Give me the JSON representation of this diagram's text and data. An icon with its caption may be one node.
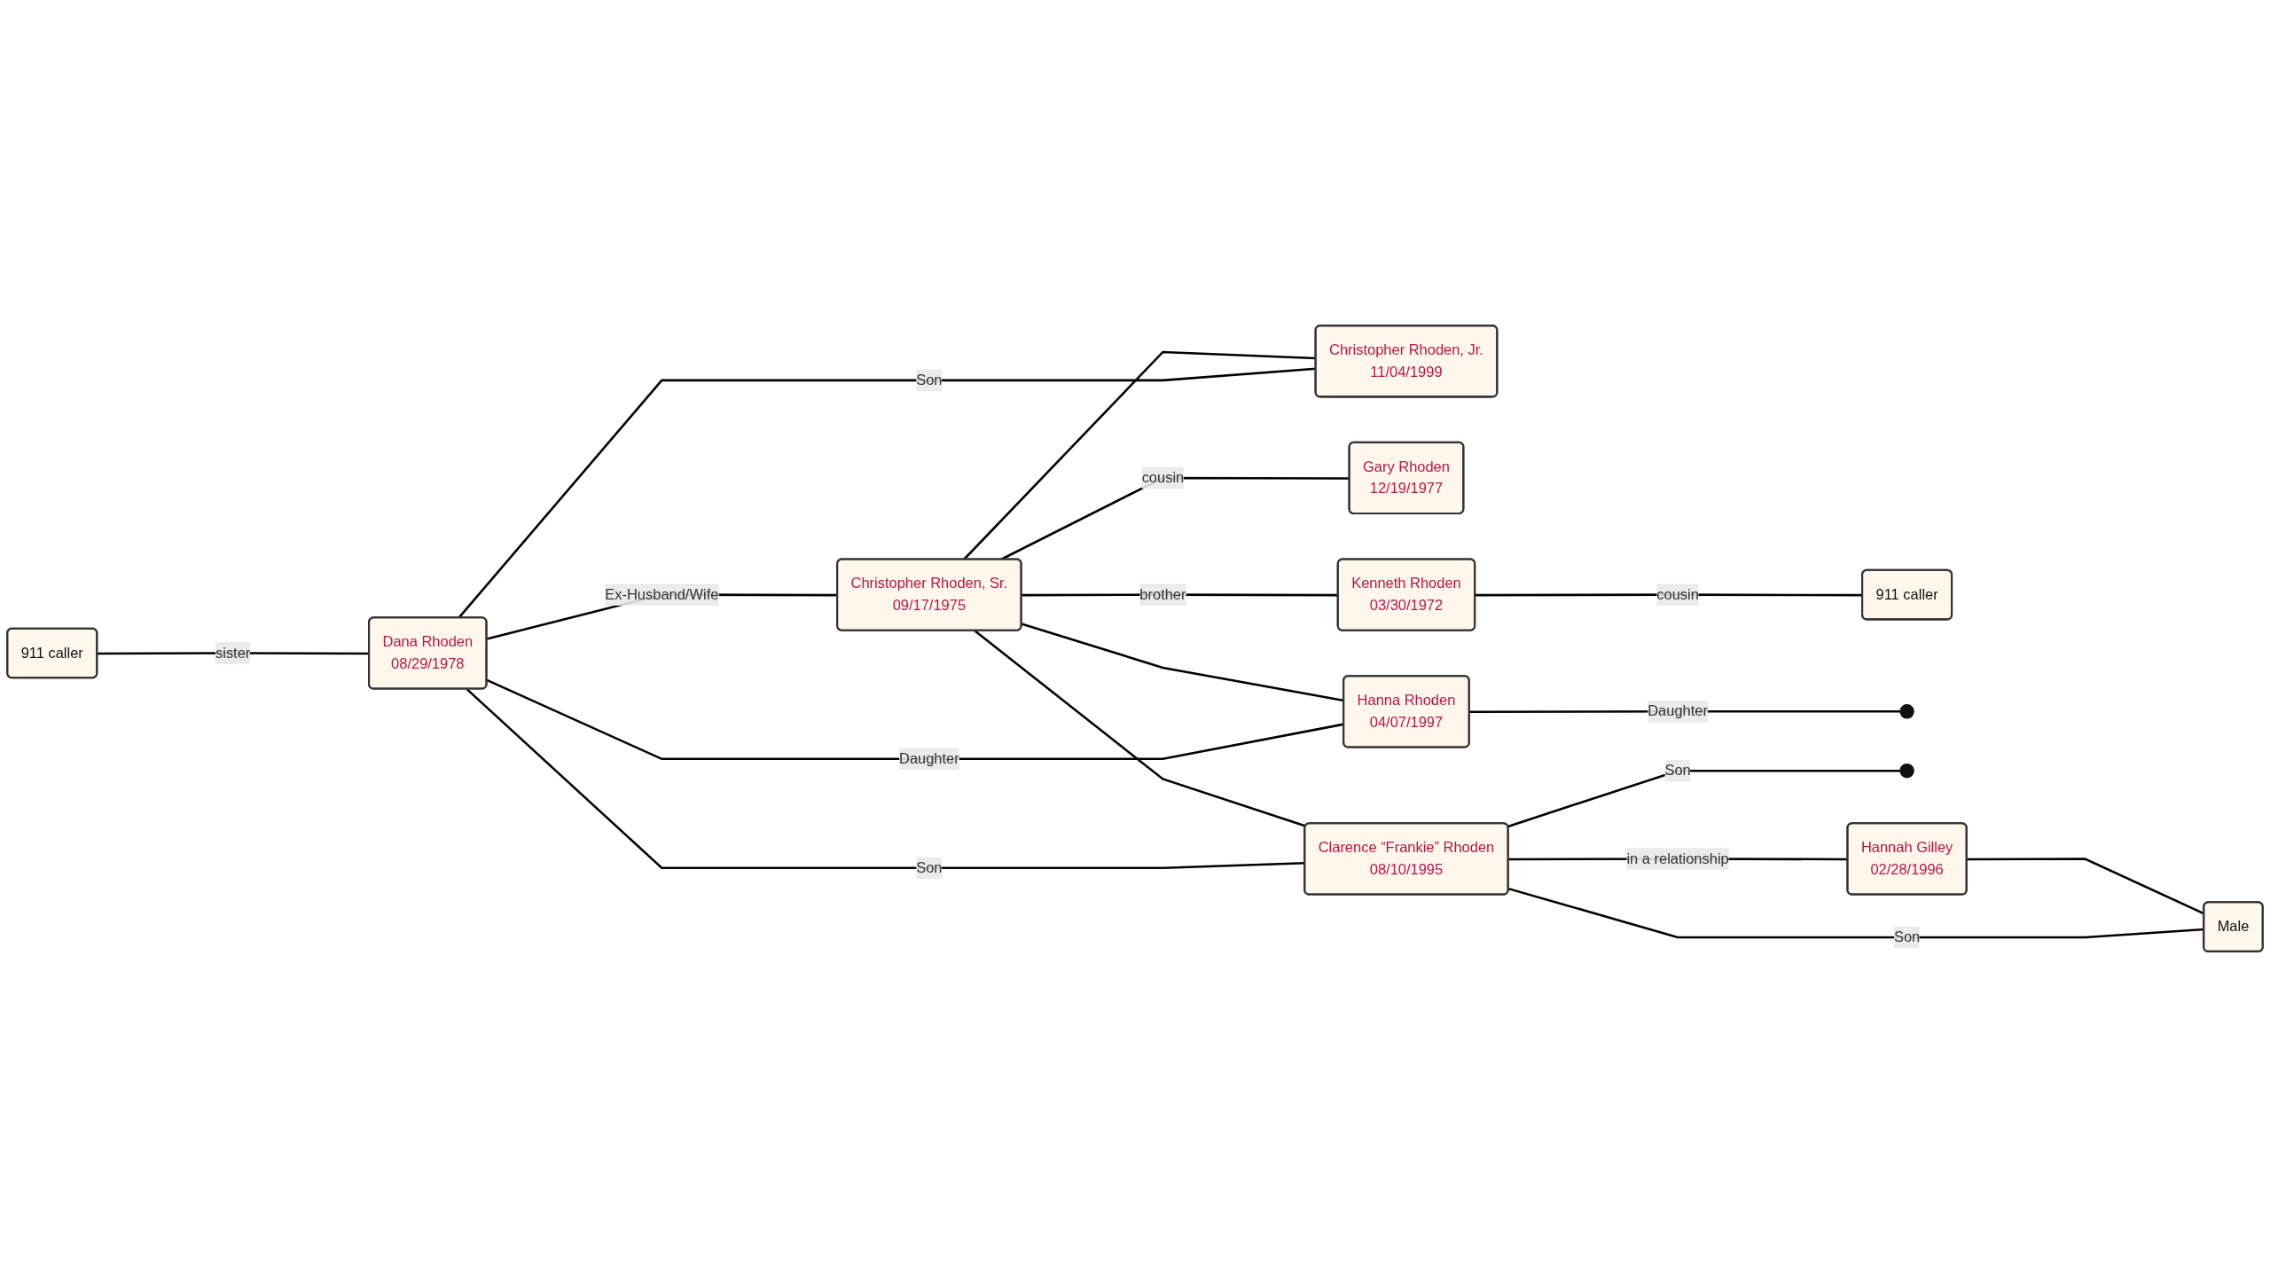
{
  "diagram": {
    "nodes": [
      {
        "text": [
          "911 caller"
        ]
      },
      {
        "text": [
          "Kenneth Rhoden",
          "03/30/1972"
        ]
      },
      {
        "text": [
          "911 caller"
        ]
      },
      {
        "text": [
          "Dana Rhoden",
          "08/29/1978"
        ]
      },
      {
        "text": [
          "Christopher Rhoden, Sr.",
          "09/17/1975"
        ]
      },
      {
        "text": [
          "Gary Rhoden",
          "12/19/1977"
        ]
      },
      {
        "text": [
          "Hanna Rhoden",
          "04/07/1997"
        ]
      },
      {
        "text": [
          "Christopher Rhoden, Jr.",
          "11/04/1999"
        ]
      },
      {
        "text": [
          "Clarence “Frankie” Rhoden",
          "08/10/1995"
        ]
      },
      {
        "text": [
          "Hannah Gilley",
          "02/28/1996"
        ]
      },
      {
        "text": [],
        "shape": "person"
      },
      {
        "text": [],
        "shape": "person"
      },
      {
        "text": [
          "Male"
        ]
      }
    ],
    "edges": [
      {
        "from": 2,
        "to": 3,
        "arrow": "none",
        "label": "sister"
      },
      {
        "from": 3,
        "to": 4,
        "arrow": "none",
        "label": "Ex-Husband/Wife"
      },
      {
        "from": 3,
        "to": 6,
        "arrow": "none",
        "label": "Daughter"
      },
      {
        "from": 4,
        "to": 6,
        "arrow": "none"
      },
      {
        "from": 3,
        "to": 7,
        "arrow": "none",
        "label": "Son"
      },
      {
        "from": 4,
        "to": 7,
        "arrow": "none"
      },
      {
        "from": 3,
        "to": 8,
        "arrow": "none",
        "label": "Son"
      },
      {
        "from": 4,
        "to": 8,
        "arrow": "none"
      },
      {
        "from": 4,
        "to": 1,
        "arrow": "none",
        "label": "brother"
      },
      {
        "from": 4,
        "to": 5,
        "arrow": "none",
        "label": "cousin"
      },
      {
        "from": 1,
        "to": 0,
        "arrow": "none",
        "label": "cousin"
      },
      {
        "from": 8,
        "to": 9,
        "arrow": "none",
        "label": "in a relationship"
      },
      {
        "from": 6,
        "to": 10,
        "arrow": "none",
        "label": "Daughter"
      },
      {
        "from": 8,
        "to": 11,
        "arrow": "none",
        "label": "Son"
      },
      {
        "from": 8,
        "to": 12,
        "arrow": "none",
        "label": "Son"
      },
      {
        "from": 9,
        "to": 12,
        "arrow": "none"
      }
    ]
  }
}
